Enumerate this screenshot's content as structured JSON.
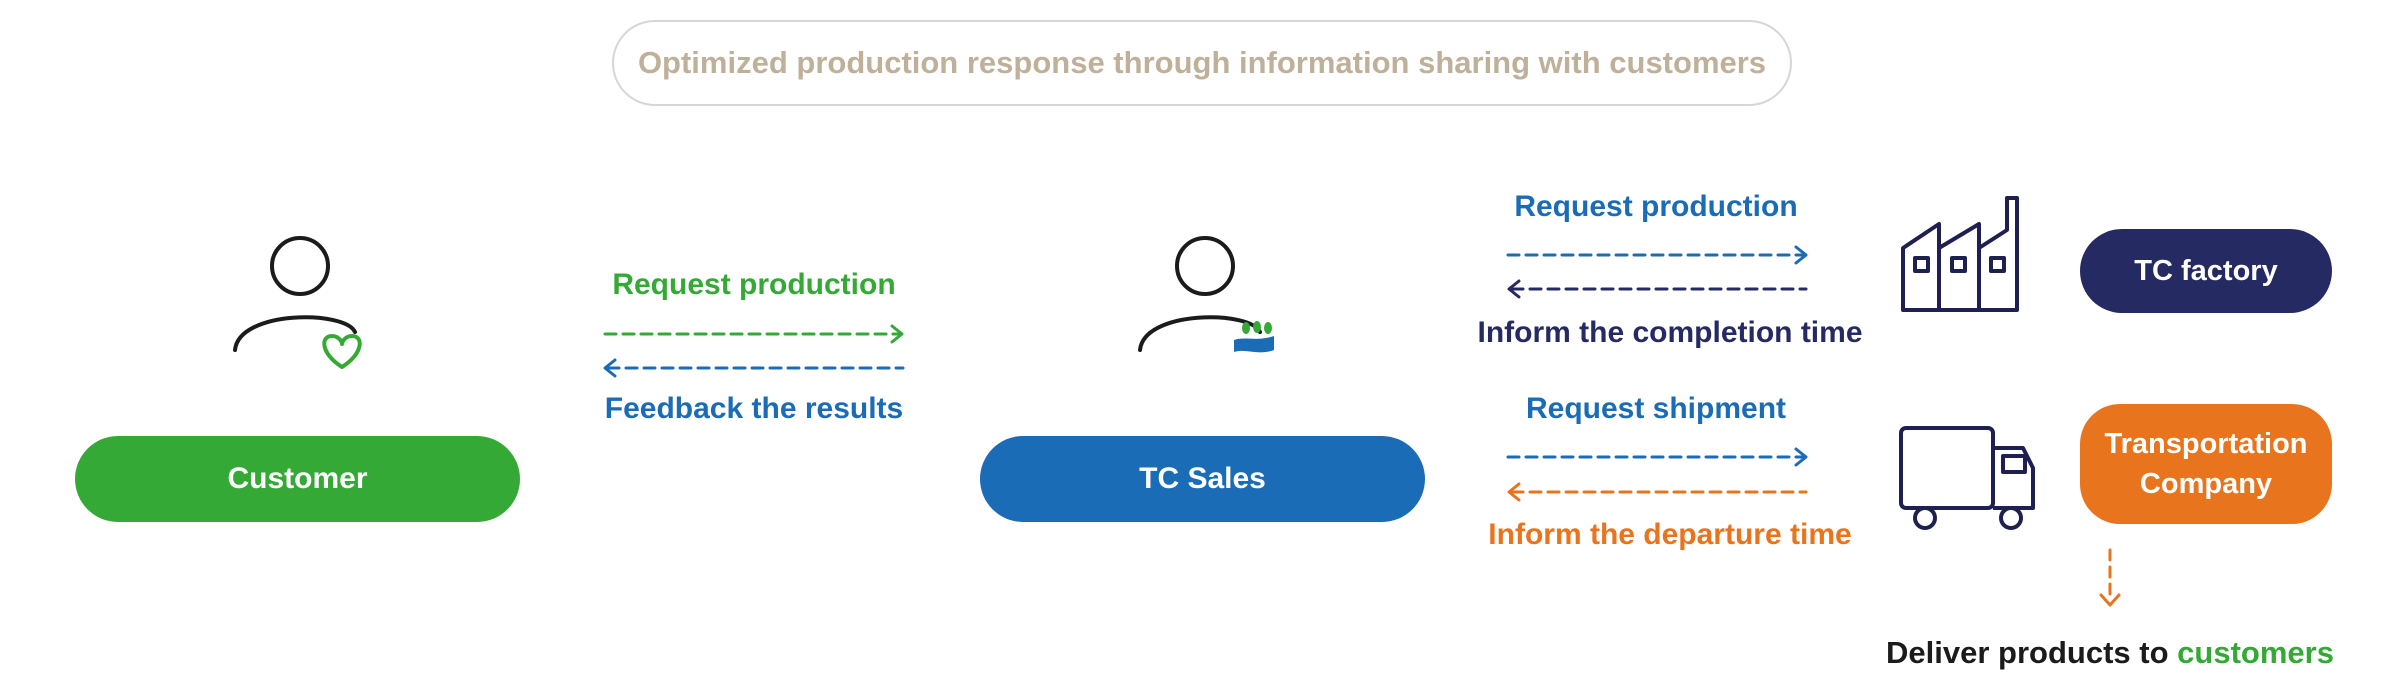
{
  "title": "Optimized production response through information sharing with customers",
  "nodes": {
    "customer": "Customer",
    "sales": "TC Sales",
    "factory": "TC factory",
    "transport_line1": "Transportation",
    "transport_line2": "Company"
  },
  "flows": {
    "customer_to_sales": "Request production",
    "sales_to_customer": "Feedback the results",
    "sales_to_factory": "Request production",
    "factory_to_sales": "Inform the completion time",
    "sales_to_transport": "Request shipment",
    "transport_to_sales": "Inform the departure time"
  },
  "delivery": {
    "prefix": "Deliver products to",
    "highlight": "customers"
  },
  "icons": {
    "customer": "customer-person-heart-icon",
    "sales": "sales-person-logo-icon",
    "factory": "factory-icon",
    "truck": "truck-icon"
  },
  "colors": {
    "green": "#35a935",
    "blue": "#1a6cb6",
    "navy": "#252a63",
    "orange": "#e8741e",
    "title": "#bfb09a"
  }
}
